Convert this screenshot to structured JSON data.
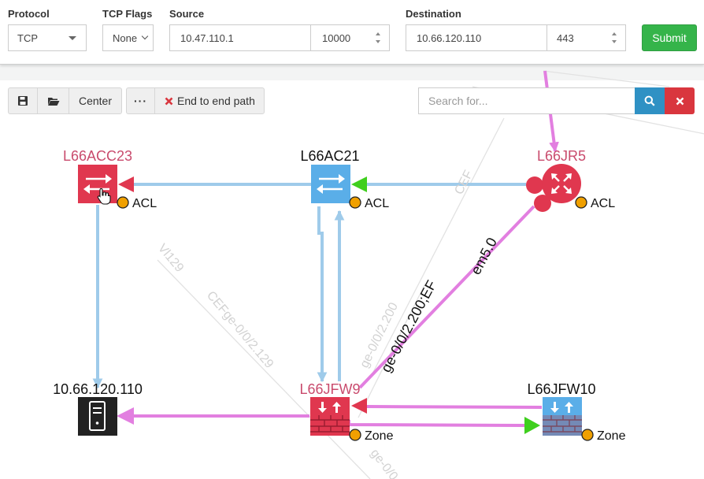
{
  "form": {
    "protocol_label": "Protocol",
    "protocol_value": "TCP",
    "tcpflags_label": "TCP Flags",
    "tcpflags_value": "None",
    "source_label": "Source",
    "source_ip": "10.47.110.1",
    "source_port": "10000",
    "destination_label": "Destination",
    "destination_ip": "10.66.120.110",
    "destination_port": "443",
    "submit_label": "Submit"
  },
  "toolbar": {
    "center_label": "Center",
    "more_label": "···",
    "end_to_end_label": "End to end path",
    "search_placeholder": "Search for..."
  },
  "nodes": {
    "l66acc23": {
      "name": "L66ACC23",
      "badge": "ACL"
    },
    "l66ac21": {
      "name": "L66AC21",
      "badge": "ACL"
    },
    "l66jr5": {
      "name": "L66JR5",
      "badge": "ACL"
    },
    "server": {
      "name": "10.66.120.110"
    },
    "l66jfw9": {
      "name": "L66JFW9",
      "badge": "Zone"
    },
    "l66jfw10": {
      "name": "L66JFW10",
      "badge": "Zone"
    }
  },
  "edge_labels": {
    "vl129": "Vl129",
    "cef_ge_129": "CEFge-0/0/2.129",
    "cef": "CEF",
    "ge_200": "ge-0/0/2.200",
    "ge_200_ef": "ge-0/0/2.200;EF",
    "em50": "em5.0",
    "ge_0_0": "ge-0/0"
  },
  "colors": {
    "path_red": "#e0374f",
    "path_pink": "#e27fe0",
    "link_blue": "#9fcbea",
    "switch_blue": "#5aaee8",
    "status_orange": "#f0a000",
    "arrow_green": "#3fcf1e",
    "submit_green": "#35b44a",
    "search_blue": "#2f91c4",
    "clear_red": "#d9363e"
  }
}
